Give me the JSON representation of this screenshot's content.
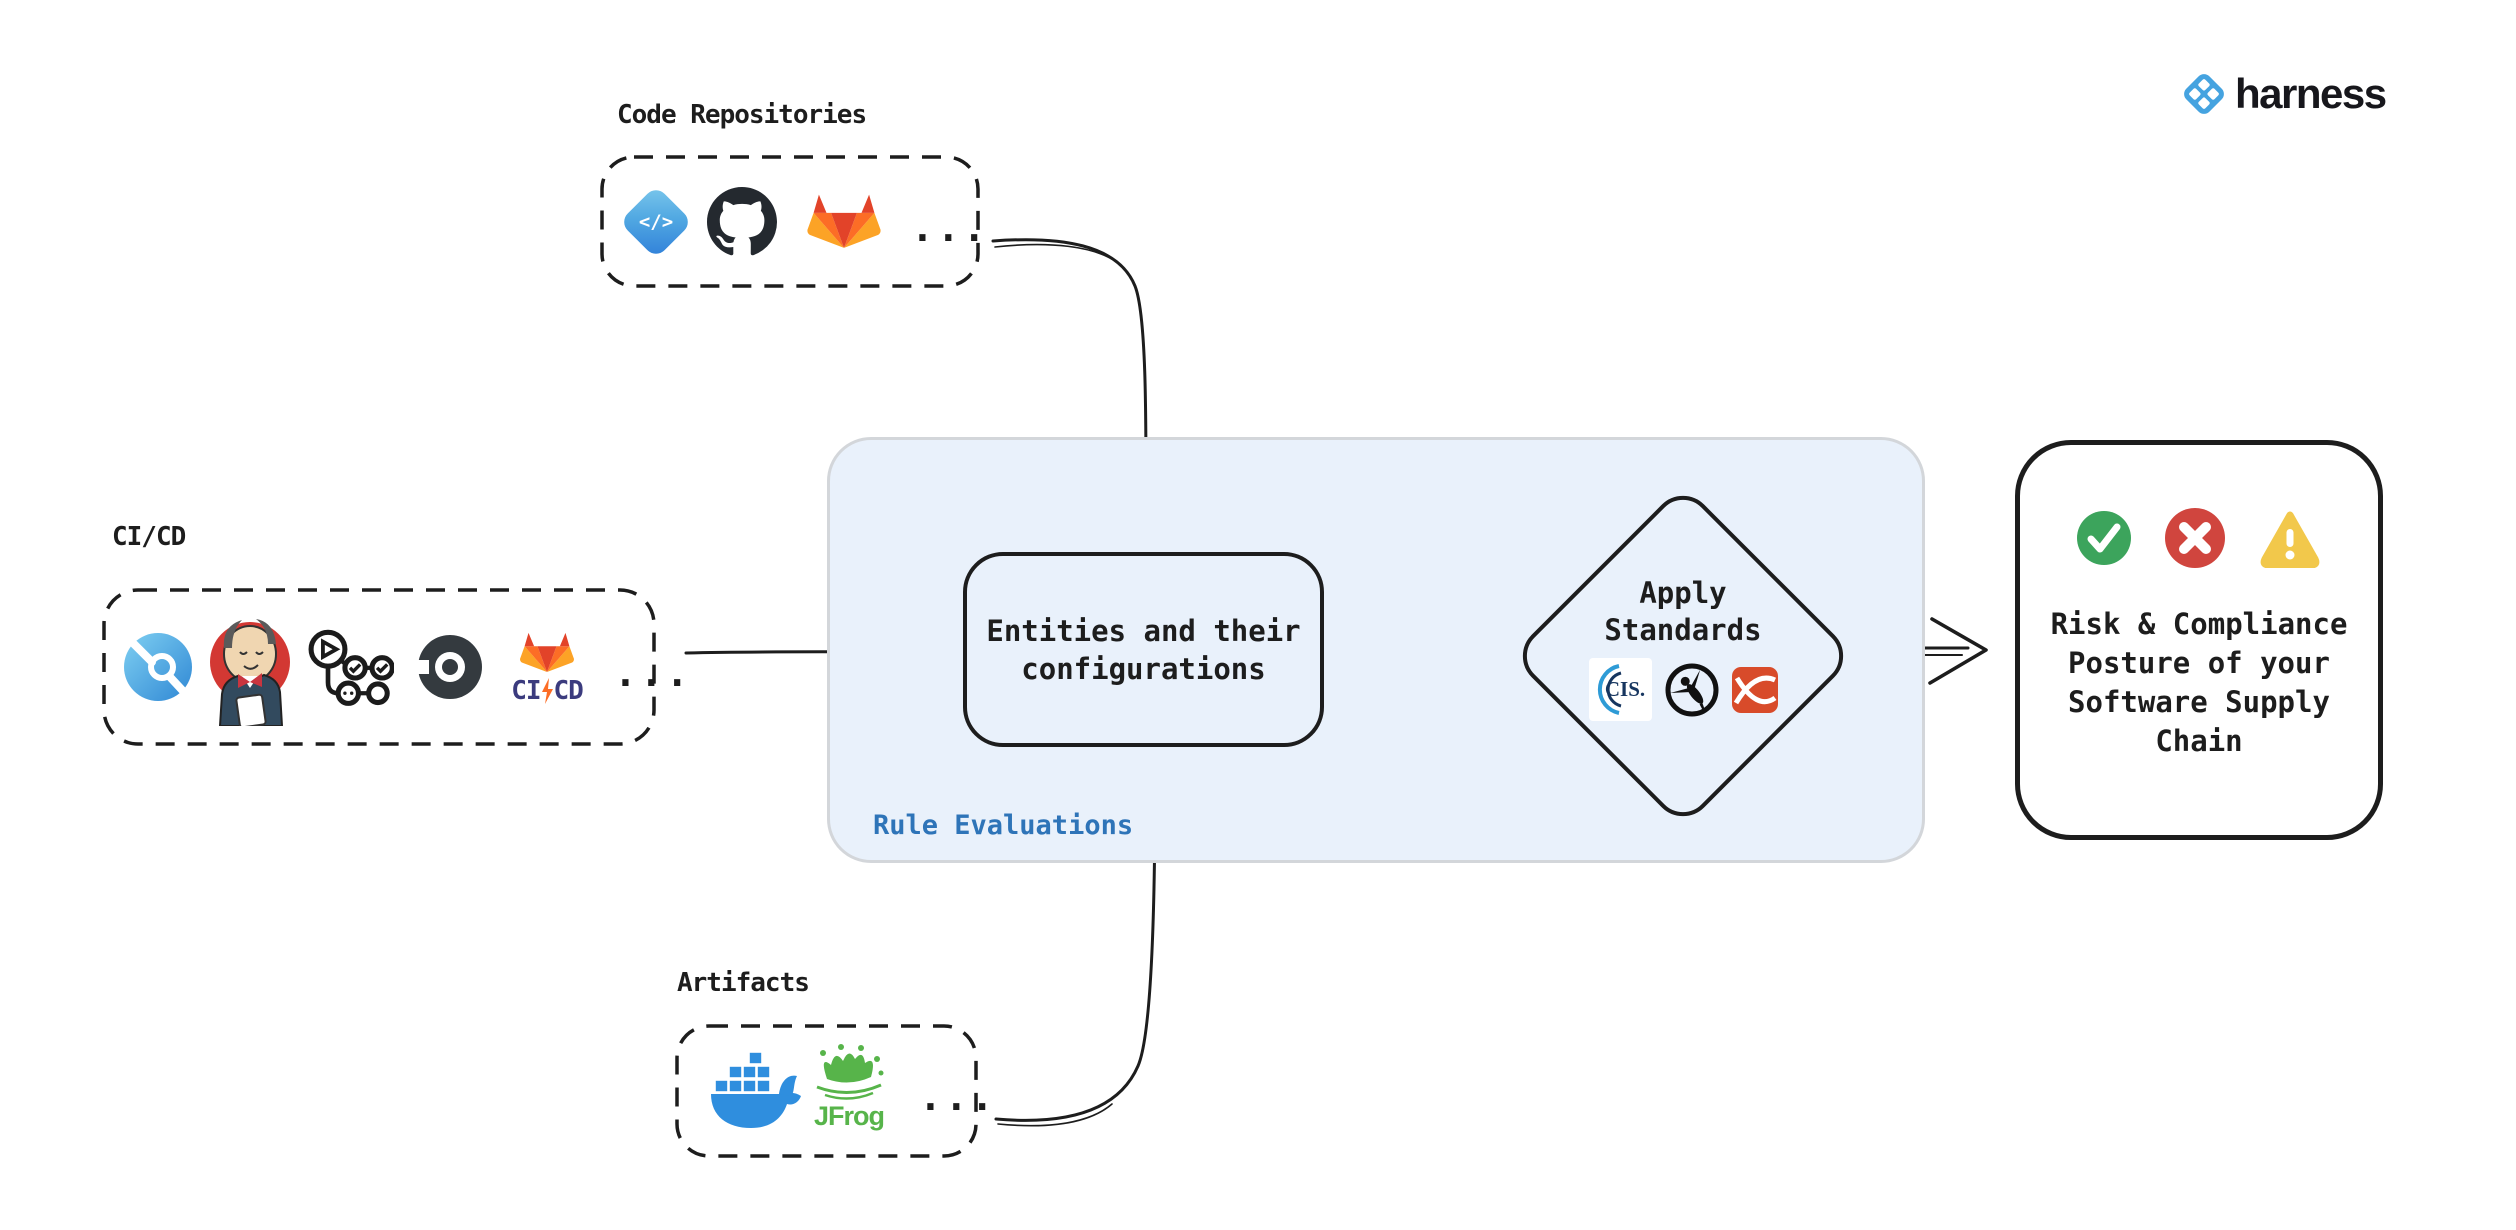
{
  "brand": {
    "name": "harness",
    "logo_color": "#45a3e0"
  },
  "sources": {
    "code_repositories": {
      "label": "Code Repositories",
      "code_glyph": "</>",
      "tools": [
        "code-repo",
        "github",
        "gitlab"
      ],
      "more": "..."
    },
    "cicd": {
      "label": "CI/CD",
      "tools": [
        "concourse-ci",
        "jenkins",
        "github-actions",
        "circleci",
        "gitlab-cicd"
      ],
      "gitlab_ci": "CI",
      "gitlab_cd": "CD",
      "more": "..."
    },
    "artifacts": {
      "label": "Artifacts",
      "tools": [
        "docker",
        "jfrog"
      ],
      "jfrog_text": "JFrog",
      "more": "..."
    }
  },
  "rule_evaluations": {
    "label": "Rule Evaluations",
    "label_color": "#2e74b8",
    "panel_fill": "#e9f1fb",
    "entities_line1": "Entities and their",
    "entities_line2": "configurations",
    "apply_line1": "Apply",
    "apply_line2": "Standards",
    "standards": [
      "cis",
      "owasp",
      "red-crossed-ribbons"
    ],
    "cis_text": "CIS."
  },
  "outcome": {
    "status_icons": [
      "check",
      "cross",
      "warning"
    ],
    "status_colors": {
      "check": "#3ca45c",
      "cross": "#d0453e",
      "warning": "#f2c84b"
    },
    "line1": "Risk & Compliance",
    "line2": "Posture of your",
    "line3": "Software Supply",
    "line4": "Chain"
  }
}
